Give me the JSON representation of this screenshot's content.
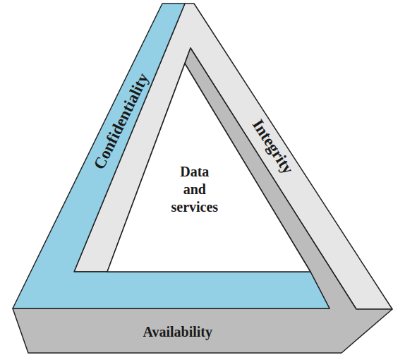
{
  "diagram": {
    "labels": [
      "Confidentiality",
      "Data and services",
      "Integrity",
      "Availability"
    ]
  }
}
